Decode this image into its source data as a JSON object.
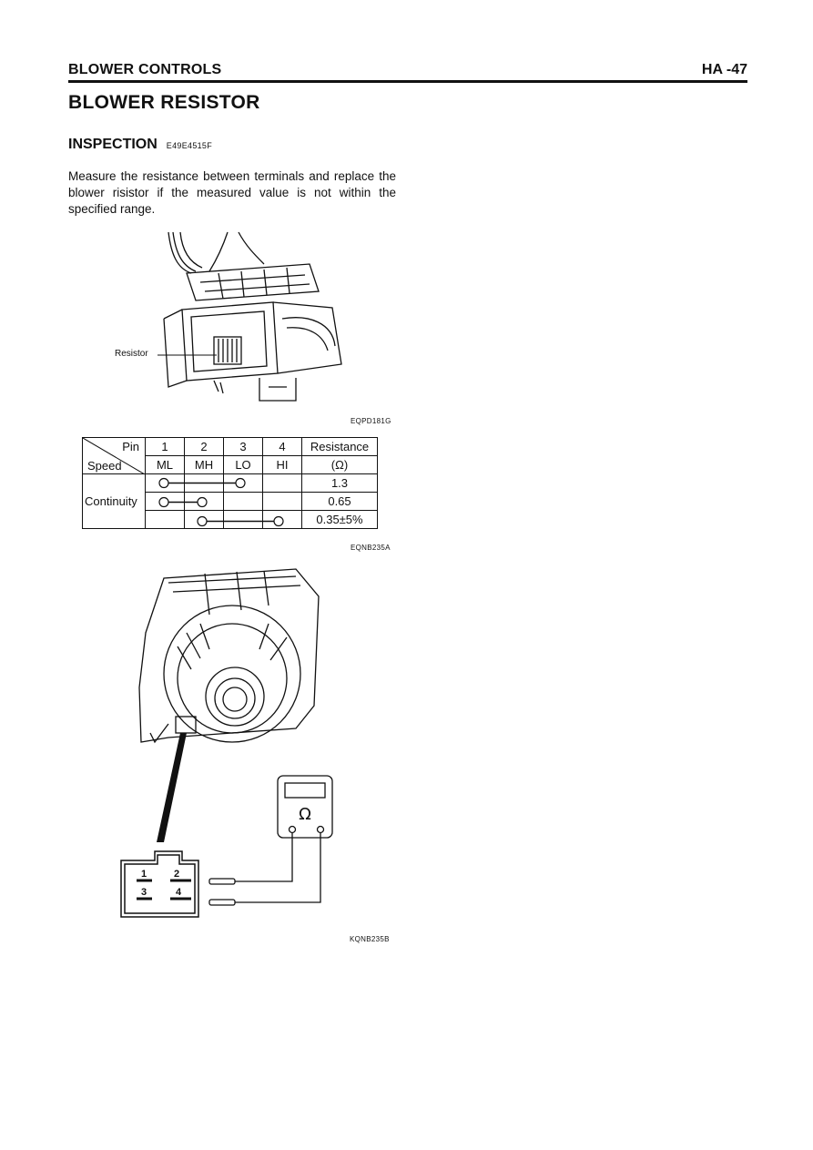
{
  "header": {
    "section_title": "BLOWER CONTROLS",
    "page_number": "HA -47"
  },
  "title": "BLOWER RESISTOR",
  "inspection": {
    "heading": "INSPECTION",
    "code": "E49E4515F"
  },
  "body_text": "Measure the resistance between terminals and replace the blower risistor if the measured value is not within the specified range.",
  "figure1": {
    "label": "Resistor",
    "code": "EQPD181G"
  },
  "table": {
    "pin_header": "Pin",
    "speed_header": "Speed",
    "pins": [
      "1",
      "2",
      "3",
      "4"
    ],
    "speeds": [
      "ML",
      "MH",
      "LO",
      "HI"
    ],
    "resistance_header": "Resistance",
    "resistance_unit": "(Ω)",
    "row_label": "Continuity",
    "rows": [
      {
        "from_pin": 1,
        "to_pin": 3,
        "value": "1.3"
      },
      {
        "from_pin": 1,
        "to_pin": 2,
        "value": "0.65"
      },
      {
        "from_pin": 2,
        "to_pin": 4,
        "value": "0.35±5%"
      }
    ],
    "code": "EQNB235A"
  },
  "figure2": {
    "connector_labels": [
      "1",
      "2",
      "3",
      "4"
    ],
    "meter_symbol": "Ω",
    "code": "KQNB235B"
  }
}
